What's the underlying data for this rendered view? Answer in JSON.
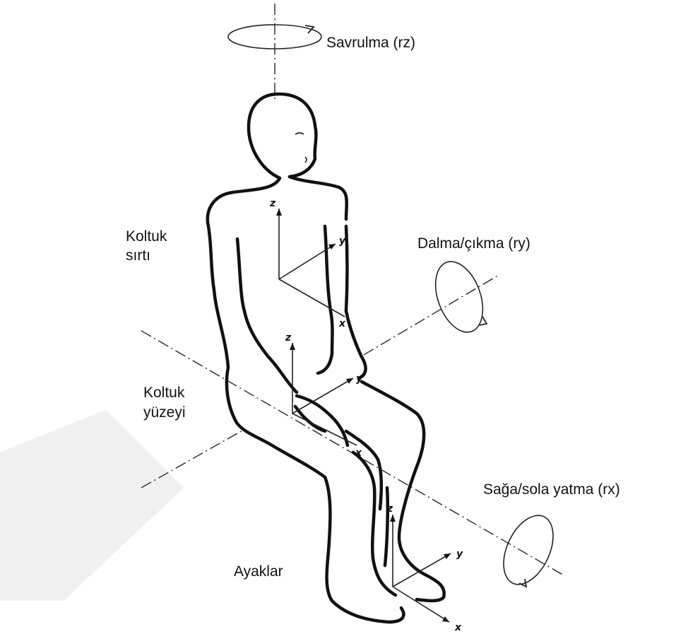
{
  "labels": {
    "yaw": "Savrulma (rz)",
    "pitch": "Dalma/çıkma (ry)",
    "roll": "Sağa/sola yatma (rx)",
    "seat_back_line1": "Koltuk",
    "seat_back_line2": "sırtı",
    "seat_surface_line1": "Koltuk",
    "seat_surface_line2": "yüzeyi",
    "feet": "Ayaklar"
  },
  "axes": {
    "x": "x",
    "y": "y",
    "z": "z"
  },
  "colors": {
    "line": "#111111",
    "watermark": "#eeeeee",
    "background": "#ffffff"
  }
}
